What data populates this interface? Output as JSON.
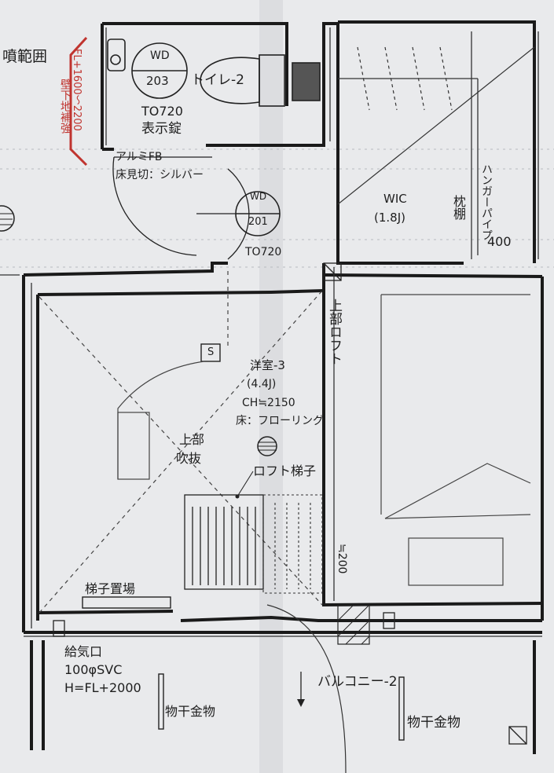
{
  "colors": {
    "paper": "#e9eaec",
    "paper_shadow": "#d9dadc",
    "wall": "#1a1a1a",
    "accent_red": "#c0342f"
  },
  "labels": {
    "spray_range": "噴範囲",
    "wall_reinforce": "壁下地補強",
    "fl_range": "FL+1600～2200",
    "wd203_top": "WD",
    "wd203_bottom": "203",
    "toilet": "トイレ-2",
    "to720_toilet": "TO720",
    "display_lock": "表示錠",
    "alumi_fb": "アルミFB",
    "floor_sill": "床見切：シルバー",
    "wd201_top": "WD",
    "wd201_bottom": "201",
    "to720_room": "TO720",
    "wic": "WIC",
    "wic_size": "(1.8J)",
    "shelf": "枕棚",
    "hanger_pipe": "ハンガーパイプ",
    "dim_400": "400",
    "upper_loft": "上部ロフト",
    "switch": "S",
    "room_name": "洋室-3",
    "room_size": "(4.4J)",
    "ceiling_height": "CH≒2150",
    "floor_finish": "床：フローリング",
    "upper_void_1": "上部",
    "upper_void_2": "吹抜",
    "loft_ladder": "ロフト梯子",
    "ladder_storage": "梯子置場",
    "air_intake": "給気口",
    "svc": "100φSVC",
    "intake_height": "H=FL+2000",
    "dim_200": "≒200",
    "balcony": "バルコニー-2",
    "drying_hardware_left": "物干金物",
    "drying_hardware_right": "物干金物"
  }
}
